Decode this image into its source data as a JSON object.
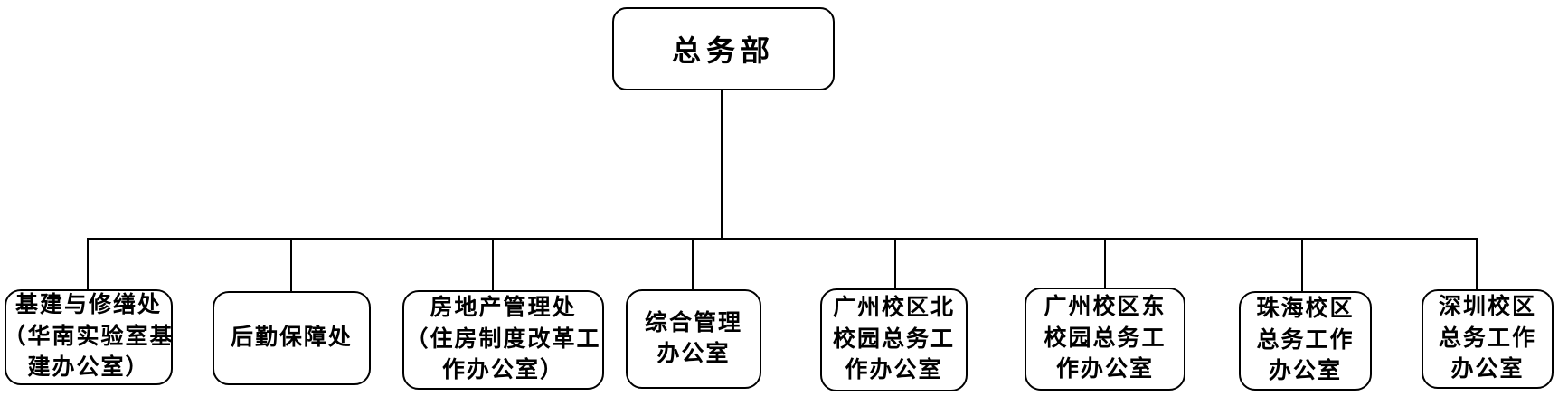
{
  "diagram": {
    "type": "org-chart",
    "root": {
      "label": "总务部"
    },
    "children": [
      {
        "label": "基建与修缮处（华南实验室基建办公室）",
        "lines": [
          "基建与修缮处",
          "（华南实验室基",
          "建办公室）"
        ]
      },
      {
        "label": "后勤保障处",
        "lines": [
          "后勤保障处"
        ]
      },
      {
        "label": "房地产管理处（住房制度改革工作办公室）",
        "lines": [
          "房地产管理处",
          "（住房制度改革工",
          "作办公室）"
        ]
      },
      {
        "label": "综合管理办公室",
        "lines": [
          "综合管理",
          "办公室"
        ]
      },
      {
        "label": "广州校区北校园总务工作办公室",
        "lines": [
          "广州校区北",
          "校园总务工",
          "作办公室"
        ]
      },
      {
        "label": "广州校区东校园总务工作办公室",
        "lines": [
          "广州校区东",
          "校园总务工",
          "作办公室"
        ]
      },
      {
        "label": "珠海校区总务工作办公室",
        "lines": [
          "珠海校区",
          "总务工作",
          "办公室"
        ]
      },
      {
        "label": "深圳校区总务工作办公室",
        "lines": [
          "深圳校区",
          "总务工作",
          "办公室"
        ]
      }
    ],
    "colors": {
      "node_border": "#000000",
      "node_fill": "#ffffff",
      "text": "#000000",
      "connector": "#000000"
    }
  }
}
